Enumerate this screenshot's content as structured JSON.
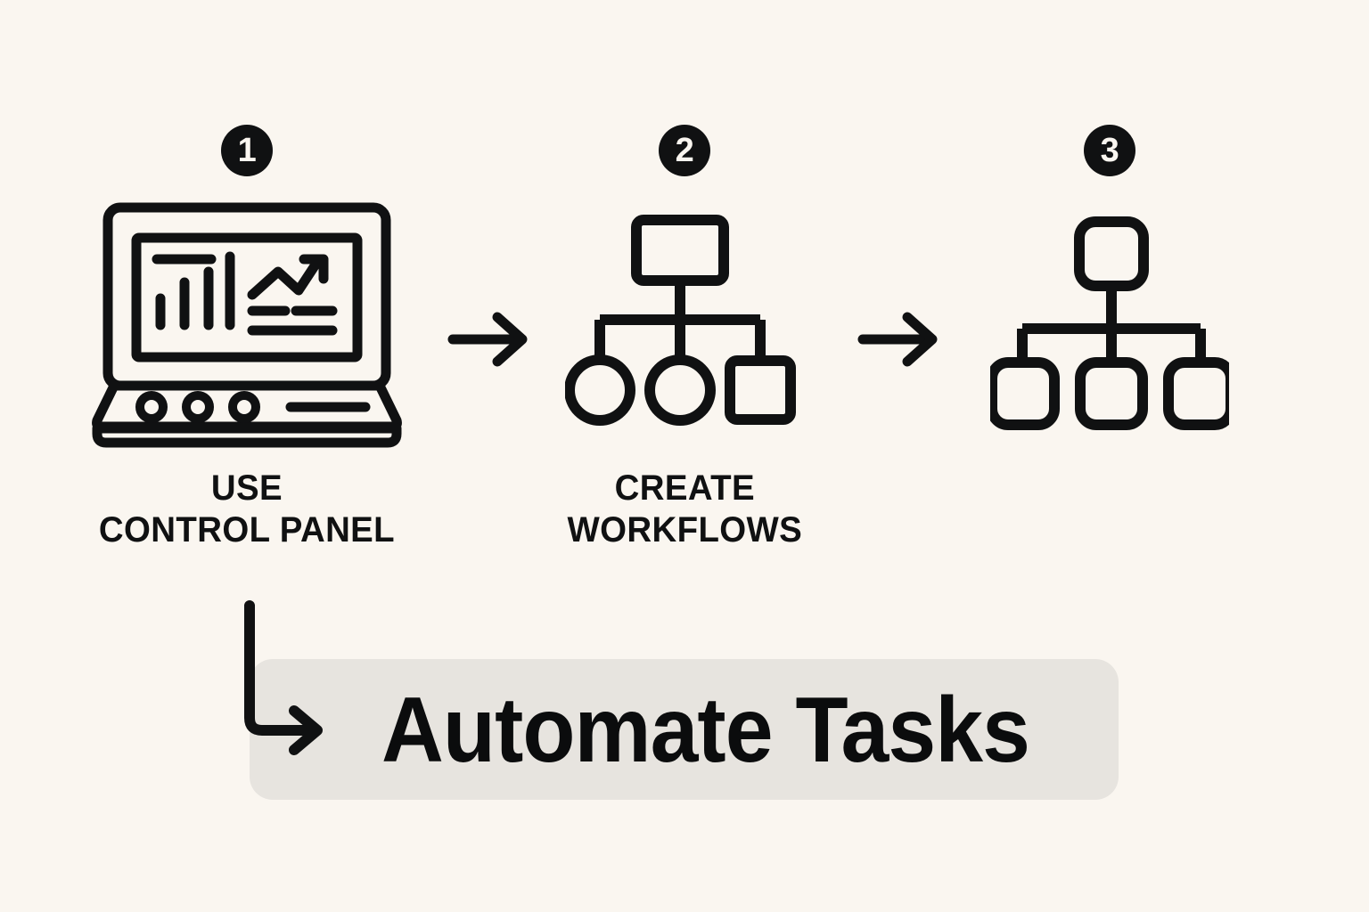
{
  "canvas": {
    "background_color": "#FAF6F0",
    "ink_color": "#101112"
  },
  "steps": [
    {
      "badge": "1",
      "icon": "laptop-dashboard-icon",
      "label_line1": "USE",
      "label_line2": "CONTROL PANEL"
    },
    {
      "badge": "2",
      "icon": "workflow-hierarchy-icon",
      "label_line1": "CREATE",
      "label_line2": "WORKFLOWS"
    },
    {
      "badge": "3",
      "icon": "node-tree-icon",
      "label_line1": "",
      "label_line2": ""
    }
  ],
  "connectors": [
    {
      "name": "arrow-step1-to-step2",
      "glyph": "right-arrow-icon"
    },
    {
      "name": "arrow-step2-to-step3",
      "glyph": "right-arrow-icon"
    }
  ],
  "callout": {
    "text": "Automate Tasks",
    "band_color": "#E7E4DF",
    "text_color": "#0B0C0D",
    "elbow_arrow": "elbow-down-right-arrow-icon"
  }
}
